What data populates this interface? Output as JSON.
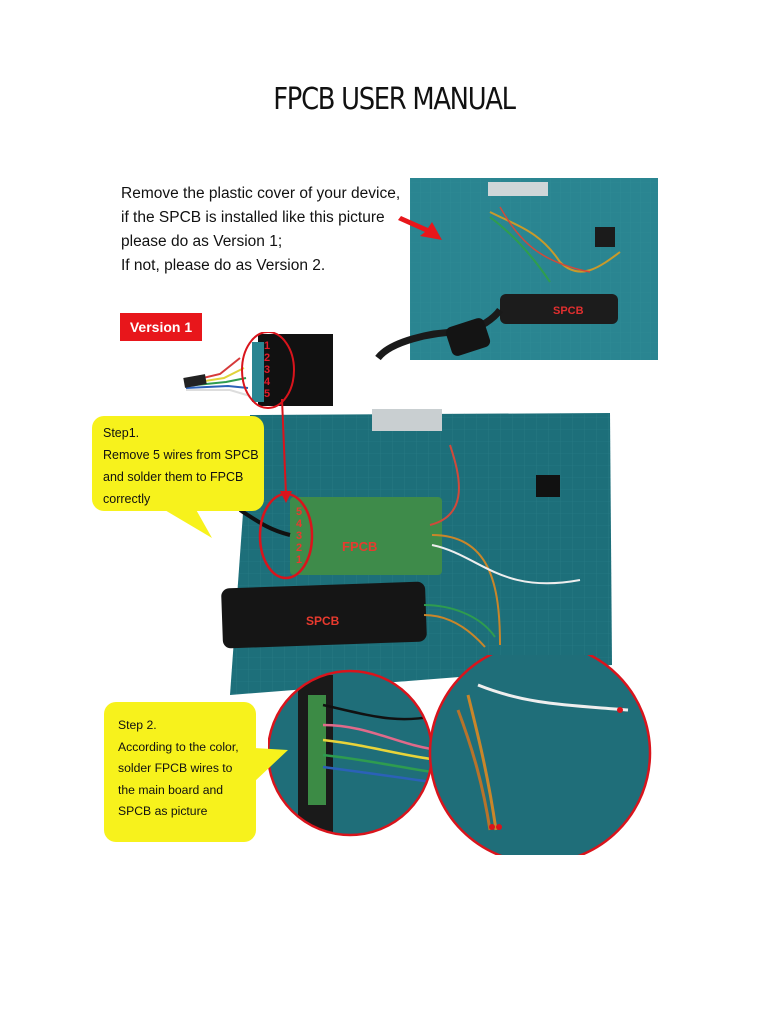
{
  "title": "FPCB USER MANUAL",
  "intro": [
    "Remove the plastic cover of your device,",
    "if the SPCB is installed like this picture",
    "please do as Version 1;",
    "If not, please do as Version 2."
  ],
  "version_label": "Version 1",
  "step1": [
    "Step1.",
    "Remove 5 wires from SPCB",
    "and solder them to FPCB",
    "correctly"
  ],
  "step2": [
    "Step 2.",
    "According to the color,",
    "solder FPCB wires to",
    "the main board and",
    "SPCB as picture"
  ],
  "photo_labels": {
    "spcb": "SPCB",
    "fpcb": "FPCB",
    "connector_pins": [
      "1",
      "2",
      "3",
      "4",
      "5"
    ],
    "connector_pins_reversed": [
      "5",
      "4",
      "3",
      "2",
      "1"
    ]
  },
  "colors": {
    "board": "#1d6f7a",
    "callout": "#f7f21c",
    "badge": "#e8161b",
    "highlight": "#d9141c"
  }
}
